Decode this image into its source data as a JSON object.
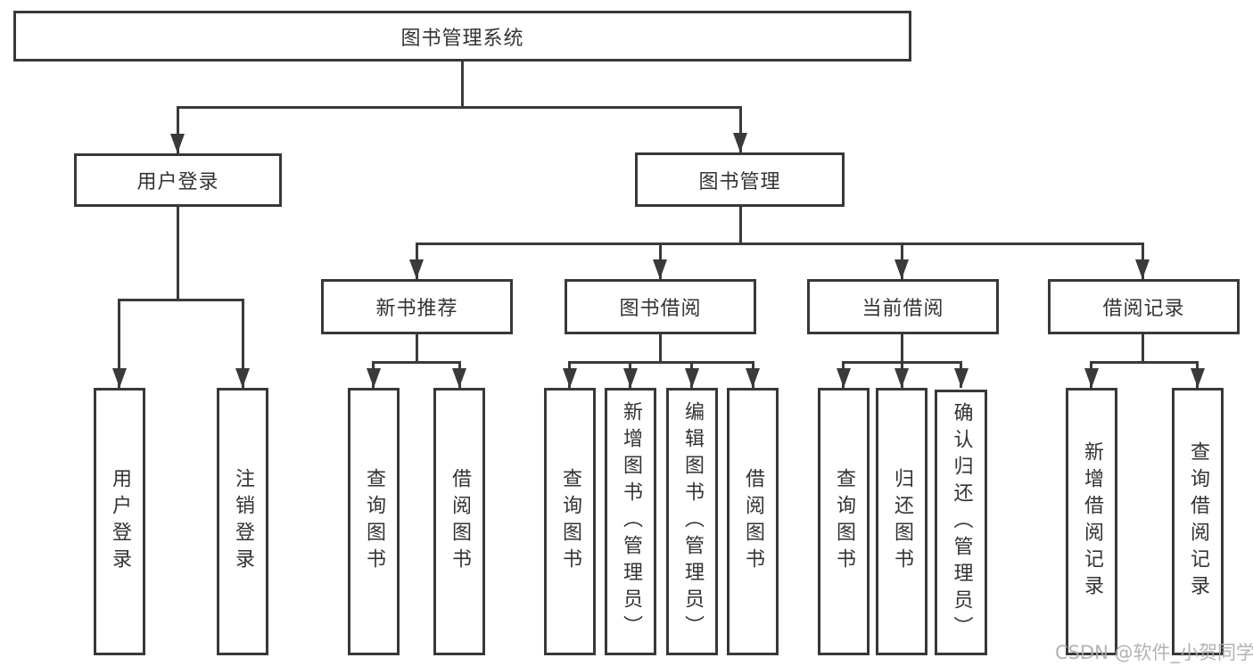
{
  "colors": {
    "line": "#3a3a3a",
    "box_border": "#383838",
    "text": "#333333",
    "background": "#ffffff",
    "watermark": "#ababab"
  },
  "diagram": {
    "type": "tree",
    "root": {
      "label": "图书管理系统"
    },
    "level2": [
      {
        "id": "user-login",
        "label": "用户登录"
      },
      {
        "id": "book-management",
        "label": "图书管理"
      }
    ],
    "level3": [
      {
        "id": "new-book-recommend",
        "parent": "book-management",
        "label": "新书推荐"
      },
      {
        "id": "book-borrow",
        "parent": "book-management",
        "label": "图书借阅"
      },
      {
        "id": "current-borrow",
        "parent": "book-management",
        "label": "当前借阅"
      },
      {
        "id": "borrow-records",
        "parent": "book-management",
        "label": "借阅记录"
      }
    ],
    "leaves": [
      {
        "id": "leaf-user-login",
        "parent": "user-login",
        "label": "用户登录"
      },
      {
        "id": "leaf-logout",
        "parent": "user-login",
        "label": "注销登录"
      },
      {
        "id": "leaf-query-books-recommend",
        "parent": "new-book-recommend",
        "label": "查询图书"
      },
      {
        "id": "leaf-borrow-books-recommend",
        "parent": "new-book-recommend",
        "label": "借阅图书"
      },
      {
        "id": "leaf-query-books-borrow",
        "parent": "book-borrow",
        "label": "查询图书"
      },
      {
        "id": "leaf-add-book-admin",
        "parent": "book-borrow",
        "label": "新增图书（管理员）"
      },
      {
        "id": "leaf-edit-book-admin",
        "parent": "book-borrow",
        "label": "编辑图书（管理员）"
      },
      {
        "id": "leaf-borrow-books",
        "parent": "book-borrow",
        "label": "借阅图书"
      },
      {
        "id": "leaf-query-books-current",
        "parent": "current-borrow",
        "label": "查询图书"
      },
      {
        "id": "leaf-return-books",
        "parent": "current-borrow",
        "label": "归还图书"
      },
      {
        "id": "leaf-confirm-return-admin",
        "parent": "current-borrow",
        "label": "确认归还（管理员）"
      },
      {
        "id": "leaf-add-borrow-record",
        "parent": "borrow-records",
        "label": "新增借阅记录"
      },
      {
        "id": "leaf-query-borrow-record",
        "parent": "borrow-records",
        "label": "查询借阅记录"
      }
    ]
  },
  "watermark": {
    "text": "CSDN @软件_小贺同学"
  }
}
